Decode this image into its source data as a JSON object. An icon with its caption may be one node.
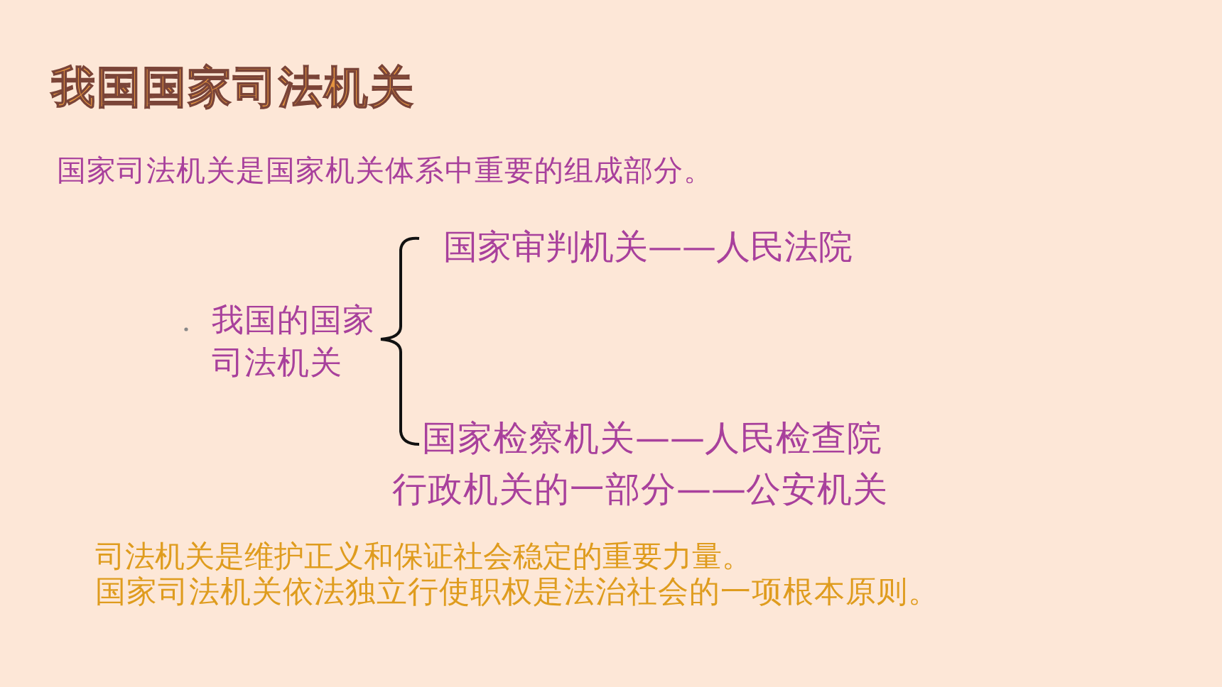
{
  "diagram": {
    "title": "我国国家司法机关",
    "labels": [
      "国家司法机关是国家机关体系中重要的组成部分。",
      "国家审判机关——人民法院",
      "我国的国家司法机关",
      "国家检察机关——人民检查院",
      "行政机关的一部分——公安机关",
      "司法机关是维护正义和保证社会稳定的重要力量。",
      "国家司法机关依法独立行使职权是法治社会的一项根本原则。"
    ]
  }
}
